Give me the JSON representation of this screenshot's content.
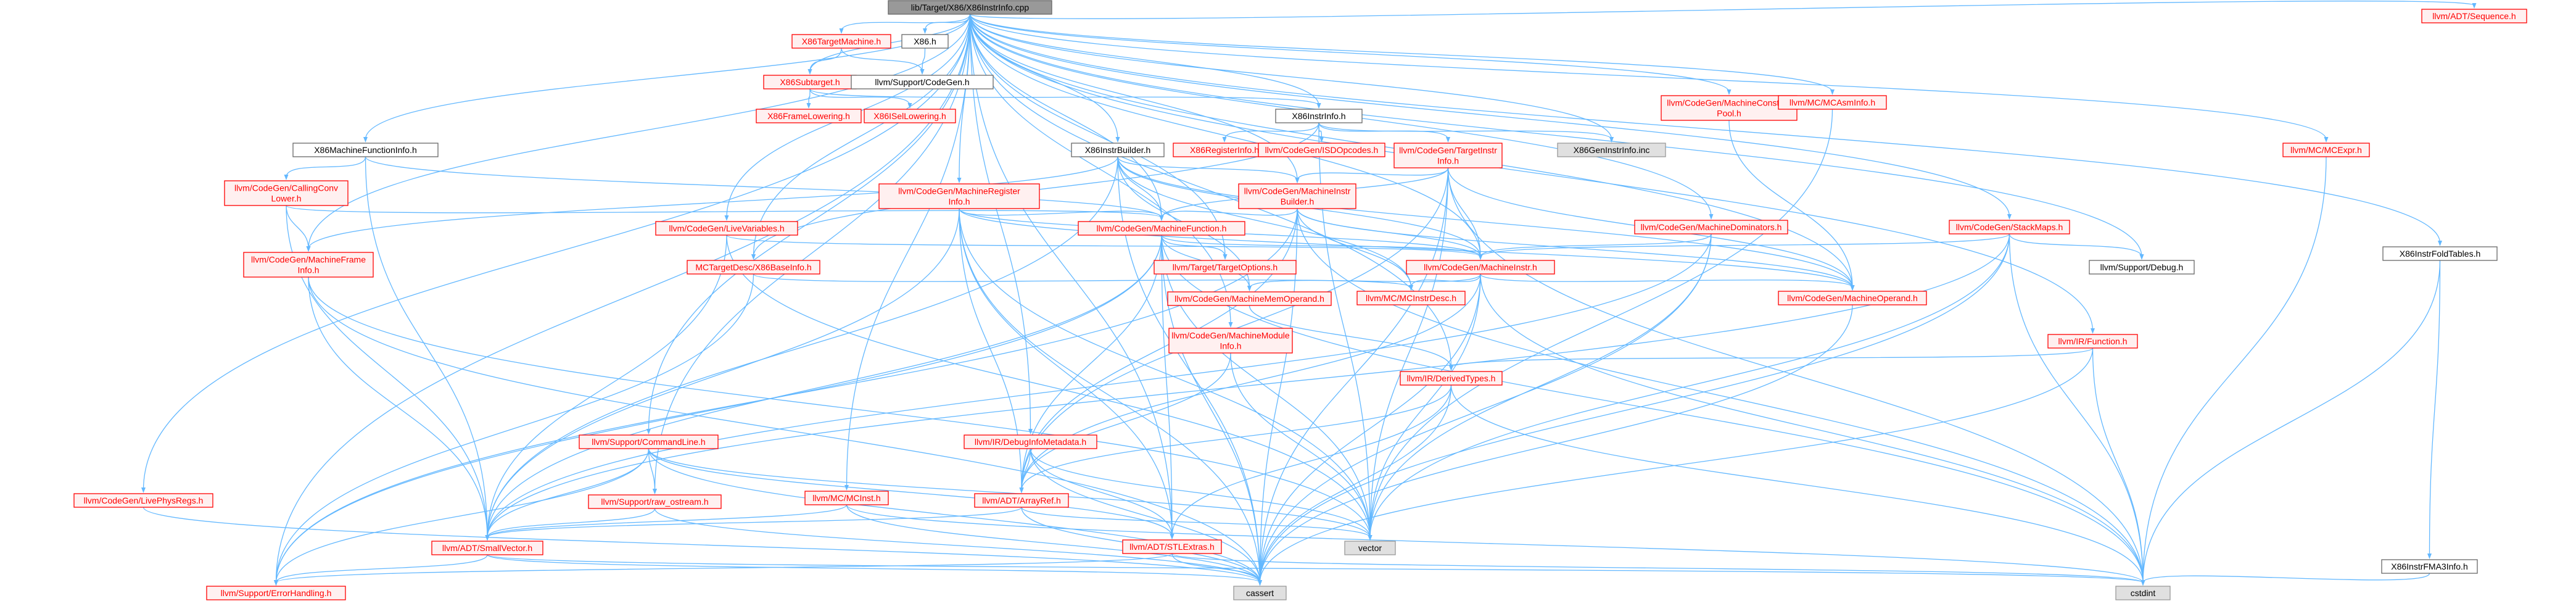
{
  "colors": {
    "edge": "#63b8ff",
    "root_fill": "#999999",
    "root_border": "#666666",
    "red_border": "#ff0000",
    "red_fill": "#fff0f0",
    "red_text": "#ff0000",
    "black_border": "#666666",
    "black_fill": "#ffffff",
    "gray_fill": "#e0e0e0",
    "gray_border": "#999999",
    "text_dark": "#000000"
  },
  "nodes": [
    {
      "id": "root",
      "label": "lib/Target/X86/X86InstrInfo.cpp",
      "style": "root"
    },
    {
      "id": "x86targetmachine",
      "label": "X86TargetMachine.h",
      "style": "red"
    },
    {
      "id": "x86h",
      "label": "X86.h",
      "style": "black"
    },
    {
      "id": "x86subtarget",
      "label": "X86Subtarget.h",
      "style": "red"
    },
    {
      "id": "supportcodegen",
      "label": "llvm/Support/CodeGen.h",
      "style": "black"
    },
    {
      "id": "x86framelowering",
      "label": "X86FrameLowering.h",
      "style": "red"
    },
    {
      "id": "x86isellowering",
      "label": "X86ISelLowering.h",
      "style": "red"
    },
    {
      "id": "x86instrinfoh",
      "label": "X86InstrInfo.h",
      "style": "black"
    },
    {
      "id": "x86registerinfo",
      "label": "X86RegisterInfo.h",
      "style": "red"
    },
    {
      "id": "isdopcodes",
      "label": "llvm/CodeGen/ISDOpcodes.h",
      "style": "red"
    },
    {
      "id": "targetinstrinfo",
      "label": "llvm/CodeGen/TargetInstr\nInfo.h",
      "style": "red"
    },
    {
      "id": "x86geninstrinfo",
      "label": "X86GenInstrInfo.inc",
      "style": "gray"
    },
    {
      "id": "x86mfi",
      "label": "X86MachineFunctionInfo.h",
      "style": "black"
    },
    {
      "id": "x86instrbuilder",
      "label": "X86InstrBuilder.h",
      "style": "black"
    },
    {
      "id": "callingconvlower",
      "label": "llvm/CodeGen/CallingConv\nLower.h",
      "style": "red"
    },
    {
      "id": "mriinfo",
      "label": "llvm/CodeGen/MachineRegister\nInfo.h",
      "style": "red"
    },
    {
      "id": "mibuilder",
      "label": "llvm/CodeGen/MachineInstr\nBuilder.h",
      "style": "red"
    },
    {
      "id": "livevariables",
      "label": "llvm/CodeGen/LiveVariables.h",
      "style": "red"
    },
    {
      "id": "mframeinfo",
      "label": "llvm/CodeGen/MachineFrame\nInfo.h",
      "style": "red"
    },
    {
      "id": "machinefunction",
      "label": "llvm/CodeGen/MachineFunction.h",
      "style": "red"
    },
    {
      "id": "mcp",
      "label": "llvm/CodeGen/MachineConstant\nPool.h",
      "style": "red"
    },
    {
      "id": "mcasminfo",
      "label": "llvm/MC/MCAsmInfo.h",
      "style": "red"
    },
    {
      "id": "mdominators",
      "label": "llvm/CodeGen/MachineDominators.h",
      "style": "red"
    },
    {
      "id": "stackmaps",
      "label": "llvm/CodeGen/StackMaps.h",
      "style": "red"
    },
    {
      "id": "mcexpr",
      "label": "llvm/MC/MCExpr.h",
      "style": "red"
    },
    {
      "id": "foldtables",
      "label": "X86InstrFoldTables.h",
      "style": "black"
    },
    {
      "id": "adtsequence",
      "label": "llvm/ADT/Sequence.h",
      "style": "red"
    },
    {
      "id": "x86baseinfo",
      "label": "MCTargetDesc/X86BaseInfo.h",
      "style": "red"
    },
    {
      "id": "targetoptions",
      "label": "llvm/Target/TargetOptions.h",
      "style": "red"
    },
    {
      "id": "machineinstr",
      "label": "llvm/CodeGen/MachineInstr.h",
      "style": "red"
    },
    {
      "id": "mcinstrdesc",
      "label": "llvm/MC/MCInstrDesc.h",
      "style": "red"
    },
    {
      "id": "mmemoperand",
      "label": "llvm/CodeGen/MachineMemOperand.h",
      "style": "red"
    },
    {
      "id": "moperand",
      "label": "llvm/CodeGen/MachineOperand.h",
      "style": "red"
    },
    {
      "id": "supportdebug",
      "label": "llvm/Support/Debug.h",
      "style": "black"
    },
    {
      "id": "irfunction",
      "label": "llvm/IR/Function.h",
      "style": "red"
    },
    {
      "id": "livephysregs",
      "label": "llvm/CodeGen/LivePhysRegs.h",
      "style": "red"
    },
    {
      "id": "commandline",
      "label": "llvm/Support/CommandLine.h",
      "style": "red"
    },
    {
      "id": "debuginfometadata",
      "label": "llvm/IR/DebugInfoMetadata.h",
      "style": "red"
    },
    {
      "id": "mmoduleinfo",
      "label": "llvm/CodeGen/MachineModule\nInfo.h",
      "style": "red"
    },
    {
      "id": "derivedtypes",
      "label": "llvm/IR/DerivedTypes.h",
      "style": "red"
    },
    {
      "id": "rawostream",
      "label": "llvm/Support/raw_ostream.h",
      "style": "red"
    },
    {
      "id": "mcinst",
      "label": "llvm/MC/MCInst.h",
      "style": "red"
    },
    {
      "id": "arrayref",
      "label": "llvm/ADT/ArrayRef.h",
      "style": "red"
    },
    {
      "id": "smallvector",
      "label": "llvm/ADT/SmallVector.h",
      "style": "red"
    },
    {
      "id": "stlextras",
      "label": "llvm/ADT/STLExtras.h",
      "style": "red"
    },
    {
      "id": "vector",
      "label": "vector",
      "style": "gray"
    },
    {
      "id": "fma3info",
      "label": "X86InstrFMA3Info.h",
      "style": "black"
    },
    {
      "id": "errorhandling",
      "label": "llvm/Support/ErrorHandling.h",
      "style": "red"
    },
    {
      "id": "cassert",
      "label": "cassert",
      "style": "gray"
    },
    {
      "id": "cstdint",
      "label": "cstdint",
      "style": "gray"
    }
  ],
  "edges": [
    [
      "root",
      "x86targetmachine"
    ],
    [
      "root",
      "x86h"
    ],
    [
      "root",
      "x86subtarget"
    ],
    [
      "root",
      "x86instrinfoh"
    ],
    [
      "root",
      "x86mfi"
    ],
    [
      "root",
      "x86instrbuilder"
    ],
    [
      "root",
      "mriinfo"
    ],
    [
      "root",
      "mibuilder"
    ],
    [
      "root",
      "livevariables"
    ],
    [
      "root",
      "mframeinfo"
    ],
    [
      "root",
      "machinefunction"
    ],
    [
      "root",
      "mcp"
    ],
    [
      "root",
      "mcasminfo"
    ],
    [
      "root",
      "mdominators"
    ],
    [
      "root",
      "stackmaps"
    ],
    [
      "root",
      "mcexpr"
    ],
    [
      "root",
      "foldtables"
    ],
    [
      "root",
      "adtsequence"
    ],
    [
      "root",
      "x86geninstrinfo"
    ],
    [
      "root",
      "supportdebug"
    ],
    [
      "root",
      "irfunction"
    ],
    [
      "root",
      "livephysregs"
    ],
    [
      "root",
      "commandline"
    ],
    [
      "root",
      "debuginfometadata"
    ],
    [
      "root",
      "mmoduleinfo"
    ],
    [
      "root",
      "derivedtypes"
    ],
    [
      "root",
      "rawostream"
    ],
    [
      "root",
      "mcinst"
    ],
    [
      "root",
      "errorhandling"
    ],
    [
      "root",
      "targetoptions"
    ],
    [
      "root",
      "stlextras"
    ],
    [
      "root",
      "machineinstr"
    ],
    [
      "root",
      "moperand"
    ],
    [
      "root",
      "x86baseinfo"
    ],
    [
      "x86targetmachine",
      "x86subtarget"
    ],
    [
      "x86targetmachine",
      "supportcodegen"
    ],
    [
      "x86h",
      "supportcodegen"
    ],
    [
      "x86subtarget",
      "x86framelowering"
    ],
    [
      "x86subtarget",
      "x86isellowering"
    ],
    [
      "x86subtarget",
      "x86instrinfoh"
    ],
    [
      "x86instrinfoh",
      "x86registerinfo"
    ],
    [
      "x86instrinfoh",
      "isdopcodes"
    ],
    [
      "x86instrinfoh",
      "targetinstrinfo"
    ],
    [
      "x86instrinfoh",
      "x86geninstrinfo"
    ],
    [
      "x86instrinfoh",
      "x86baseinfo"
    ],
    [
      "x86instrinfoh",
      "vector"
    ],
    [
      "targetinstrinfo",
      "mibuilder"
    ],
    [
      "targetinstrinfo",
      "machineinstr"
    ],
    [
      "targetinstrinfo",
      "machinefunction"
    ],
    [
      "targetinstrinfo",
      "moperand"
    ],
    [
      "targetinstrinfo",
      "arrayref"
    ],
    [
      "targetinstrinfo",
      "cassert"
    ],
    [
      "targetinstrinfo",
      "cstdint"
    ],
    [
      "targetinstrinfo",
      "vector"
    ],
    [
      "x86mfi",
      "callingconvlower"
    ],
    [
      "x86mfi",
      "machinefunction"
    ],
    [
      "x86mfi",
      "smallvector"
    ],
    [
      "x86instrbuilder",
      "mibuilder"
    ],
    [
      "x86instrbuilder",
      "mframeinfo"
    ],
    [
      "x86instrbuilder",
      "machinefunction"
    ],
    [
      "x86instrbuilder",
      "machineinstr"
    ],
    [
      "x86instrbuilder",
      "mmemoperand"
    ],
    [
      "x86instrbuilder",
      "moperand"
    ],
    [
      "x86instrbuilder",
      "mcinstrdesc"
    ],
    [
      "x86instrbuilder",
      "smallvector"
    ],
    [
      "x86instrbuilder",
      "cassert"
    ],
    [
      "callingconvlower",
      "mframeinfo"
    ],
    [
      "callingconvlower",
      "machinefunction"
    ],
    [
      "callingconvlower",
      "smallvector"
    ],
    [
      "mriinfo",
      "machinefunction"
    ],
    [
      "mriinfo",
      "machineinstr"
    ],
    [
      "mriinfo",
      "moperand"
    ],
    [
      "mriinfo",
      "arrayref"
    ],
    [
      "mriinfo",
      "smallvector"
    ],
    [
      "mriinfo",
      "stlextras"
    ],
    [
      "mriinfo",
      "cassert"
    ],
    [
      "mriinfo",
      "vector"
    ],
    [
      "mibuilder",
      "machinefunction"
    ],
    [
      "mibuilder",
      "machineinstr"
    ],
    [
      "mibuilder",
      "moperand"
    ],
    [
      "mibuilder",
      "mcinstrdesc"
    ],
    [
      "mibuilder",
      "arrayref"
    ],
    [
      "mibuilder",
      "errorhandling"
    ],
    [
      "mibuilder",
      "cassert"
    ],
    [
      "mibuilder",
      "cstdint"
    ],
    [
      "livevariables",
      "machineinstr"
    ],
    [
      "livevariables",
      "smallvector"
    ],
    [
      "livevariables",
      "vector"
    ],
    [
      "mframeinfo",
      "smallvector"
    ],
    [
      "mframeinfo",
      "cassert"
    ],
    [
      "mframeinfo",
      "vector"
    ],
    [
      "machinefunction",
      "machineinstr"
    ],
    [
      "machinefunction",
      "mmemoperand"
    ],
    [
      "machinefunction",
      "targetoptions"
    ],
    [
      "machinefunction",
      "arrayref"
    ],
    [
      "machinefunction",
      "smallvector"
    ],
    [
      "machinefunction",
      "errorhandling"
    ],
    [
      "machinefunction",
      "cassert"
    ],
    [
      "machinefunction",
      "cstdint"
    ],
    [
      "machinefunction",
      "vector"
    ],
    [
      "machinefunction",
      "stlextras"
    ],
    [
      "mcp",
      "moperand"
    ],
    [
      "mcasminfo",
      "vector"
    ],
    [
      "mdominators",
      "machineinstr"
    ],
    [
      "mdominators",
      "smallvector"
    ],
    [
      "mdominators",
      "cassert"
    ],
    [
      "mdominators",
      "vector"
    ],
    [
      "stackmaps",
      "machineinstr"
    ],
    [
      "stackmaps",
      "supportdebug"
    ],
    [
      "stackmaps",
      "smallvector"
    ],
    [
      "stackmaps",
      "cassert"
    ],
    [
      "stackmaps",
      "cstdint"
    ],
    [
      "stackmaps",
      "vector"
    ],
    [
      "mcexpr",
      "cstdint"
    ],
    [
      "foldtables",
      "fma3info"
    ],
    [
      "foldtables",
      "cstdint"
    ],
    [
      "fma3info",
      "cstdint"
    ],
    [
      "x86baseinfo",
      "mcinstrdesc"
    ],
    [
      "x86baseinfo",
      "errorhandling"
    ],
    [
      "machineinstr",
      "mcinstrdesc"
    ],
    [
      "machineinstr",
      "mmemoperand"
    ],
    [
      "machineinstr",
      "moperand"
    ],
    [
      "machineinstr",
      "arrayref"
    ],
    [
      "machineinstr",
      "cassert"
    ],
    [
      "machineinstr",
      "cstdint"
    ],
    [
      "machineinstr",
      "vector"
    ],
    [
      "mmemoperand",
      "derivedtypes"
    ],
    [
      "moperand",
      "cassert"
    ],
    [
      "irfunction",
      "derivedtypes"
    ],
    [
      "irfunction",
      "cassert"
    ],
    [
      "irfunction",
      "cstdint"
    ],
    [
      "livephysregs",
      "cassert"
    ],
    [
      "commandline",
      "rawostream"
    ],
    [
      "commandline",
      "smallvector"
    ],
    [
      "commandline",
      "stlextras"
    ],
    [
      "commandline",
      "errorhandling"
    ],
    [
      "commandline",
      "cassert"
    ],
    [
      "commandline",
      "vector"
    ],
    [
      "debuginfometadata",
      "arrayref"
    ],
    [
      "debuginfometadata",
      "stlextras"
    ],
    [
      "debuginfometadata",
      "cassert"
    ],
    [
      "debuginfometadata",
      "vector"
    ],
    [
      "mmoduleinfo",
      "arrayref"
    ],
    [
      "mmoduleinfo",
      "vector"
    ],
    [
      "derivedtypes",
      "arrayref"
    ],
    [
      "derivedtypes",
      "stlextras"
    ],
    [
      "derivedtypes",
      "cassert"
    ],
    [
      "derivedtypes",
      "cstdint"
    ],
    [
      "rawostream",
      "smallvector"
    ],
    [
      "rawostream",
      "cassert"
    ],
    [
      "mcinst",
      "smallvector"
    ],
    [
      "mcinst",
      "cassert"
    ],
    [
      "mcinst",
      "cstdint"
    ],
    [
      "arrayref",
      "smallvector"
    ],
    [
      "arrayref",
      "cassert"
    ],
    [
      "arrayref",
      "vector"
    ],
    [
      "smallvector",
      "cassert"
    ],
    [
      "smallvector",
      "cstdint"
    ],
    [
      "smallvector",
      "errorhandling"
    ],
    [
      "stlextras",
      "errorhandling"
    ],
    [
      "stlextras",
      "cassert"
    ],
    [
      "stlextras",
      "cstdint"
    ]
  ]
}
